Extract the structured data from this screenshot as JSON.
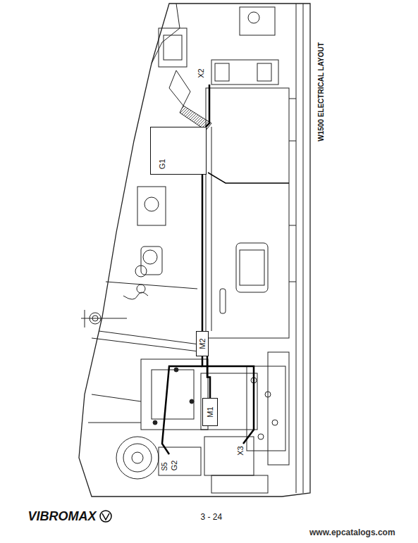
{
  "diagram": {
    "title": "W1500 ELECTRICAL LAYOUT",
    "nodes": [
      {
        "text": [
          "G1"
        ]
      },
      {
        "text": [
          "M2"
        ]
      },
      {
        "text": [
          "M1"
        ]
      }
    ],
    "edges": [
      {
        "from": 0,
        "to": 1,
        "arrow": "none"
      },
      {
        "from": 1,
        "to": 2,
        "arrow": "none"
      }
    ],
    "labels": [
      "X2",
      "X3",
      "G2",
      "S5",
      "VIBROMAX",
      "3 - 24",
      "www.epcatalogs.com"
    ]
  }
}
